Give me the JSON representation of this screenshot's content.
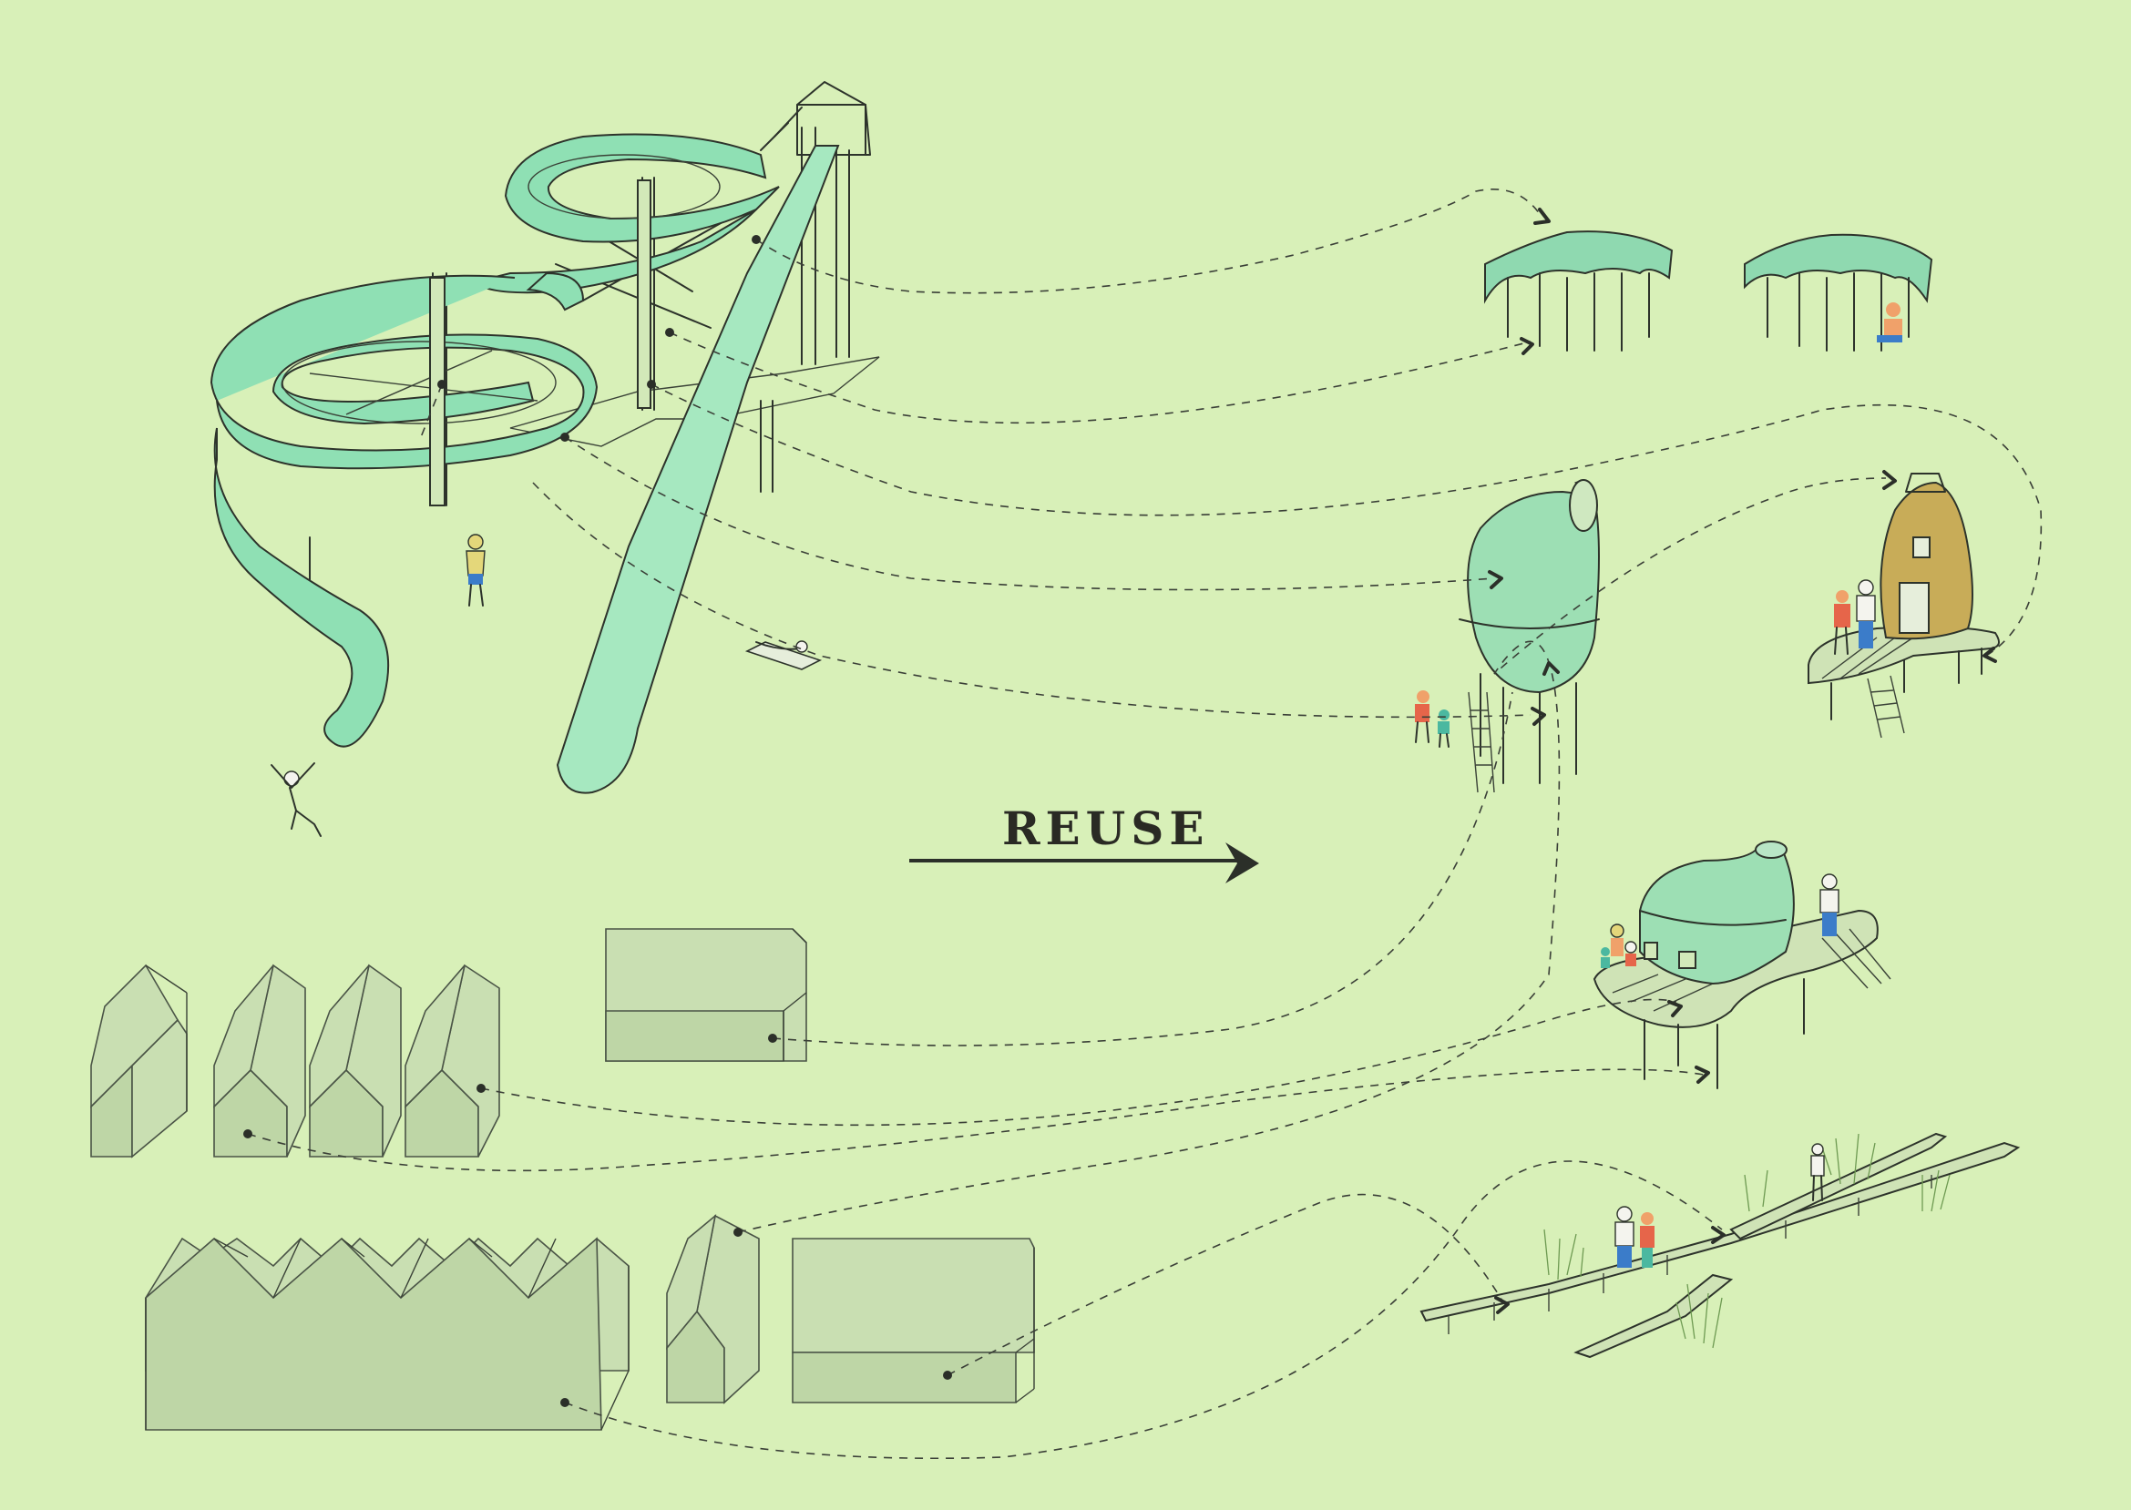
{
  "title": "REUSE",
  "colors": {
    "background": "#d8f0b8",
    "slide": "#8fe0b4",
    "house": "#c9dfb2",
    "ochre_pod": "#c8ac58",
    "ink": "#2d332b"
  },
  "sources": [
    {
      "id": "waterslide-complex",
      "kind": "spiral water slides with straight slide"
    },
    {
      "id": "gable-houses",
      "count": 4
    },
    {
      "id": "box-building-top"
    },
    {
      "id": "sawtooth-hall",
      "count": 7
    },
    {
      "id": "small-gable-house"
    },
    {
      "id": "large-box-building"
    }
  ],
  "destinations": [
    {
      "id": "canopy-pavilions",
      "count": 2
    },
    {
      "id": "tower-pod"
    },
    {
      "id": "ochre-pod-on-deck"
    },
    {
      "id": "dome-pavilion-on-deck"
    },
    {
      "id": "boardwalk"
    }
  ]
}
